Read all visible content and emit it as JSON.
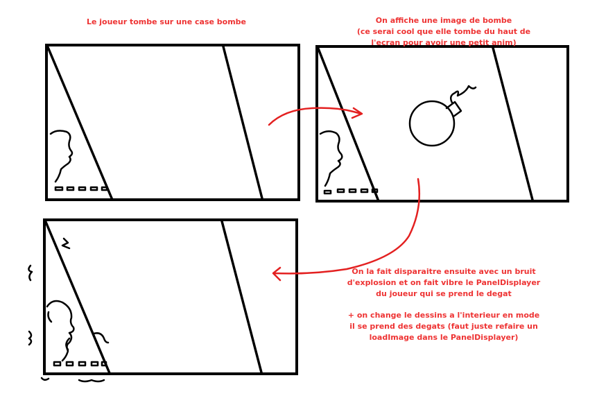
{
  "captions": {
    "step1": "Le joueur tombe sur une case bombe",
    "step2_line1": "On affiche une image de bombe",
    "step2_line2": "(ce serai cool que elle tombe du haut de",
    "step2_line3": "l'ecran pour avoir une petit anim)",
    "step3_line1": "On la fait disparaitre ensuite avec un bruit",
    "step3_line2": "d'explosion et on fait vibre le PanelDisplayer",
    "step3_line3": "du joueur qui se prend le degat",
    "step4_line1": "+ on change le dessins a l'interieur en mode",
    "step4_line2": "il se prend des degats (faut juste refaire un",
    "step4_line3": "loadImage dans le PanelDisplayer)"
  },
  "colors": {
    "annotation": "#ee3333",
    "arrow": "#e32020",
    "ink": "#000000"
  },
  "icons": {
    "bomb": "bomb-icon",
    "player": "player-sketch-icon"
  }
}
